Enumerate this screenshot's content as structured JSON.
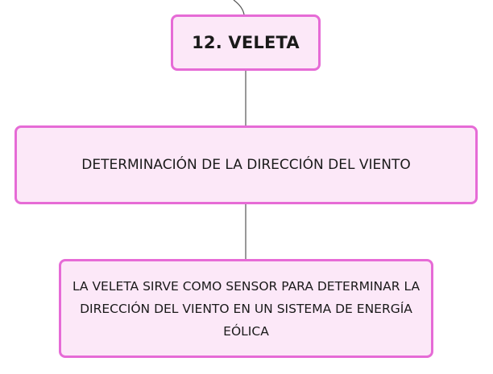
{
  "diagram": {
    "nodes": [
      {
        "id": "n1",
        "text": "12. VELETA"
      },
      {
        "id": "n2",
        "text": "DETERMINACIÓN DE LA DIRECCIÓN DEL VIENTO"
      },
      {
        "id": "n3",
        "text": "LA VELETA SIRVE COMO SENSOR PARA DETERMINAR LA DIRECCIÓN DEL VIENTO EN UN SISTEMA DE ENERGÍA EÓLICA"
      }
    ],
    "edges": [
      {
        "from": "parent",
        "to": "n1"
      },
      {
        "from": "n1",
        "to": "n2"
      },
      {
        "from": "n2",
        "to": "n3"
      }
    ],
    "colors": {
      "node_fill": "#fce8f8",
      "node_border": "#e66bd6",
      "connector": "#555555"
    }
  }
}
